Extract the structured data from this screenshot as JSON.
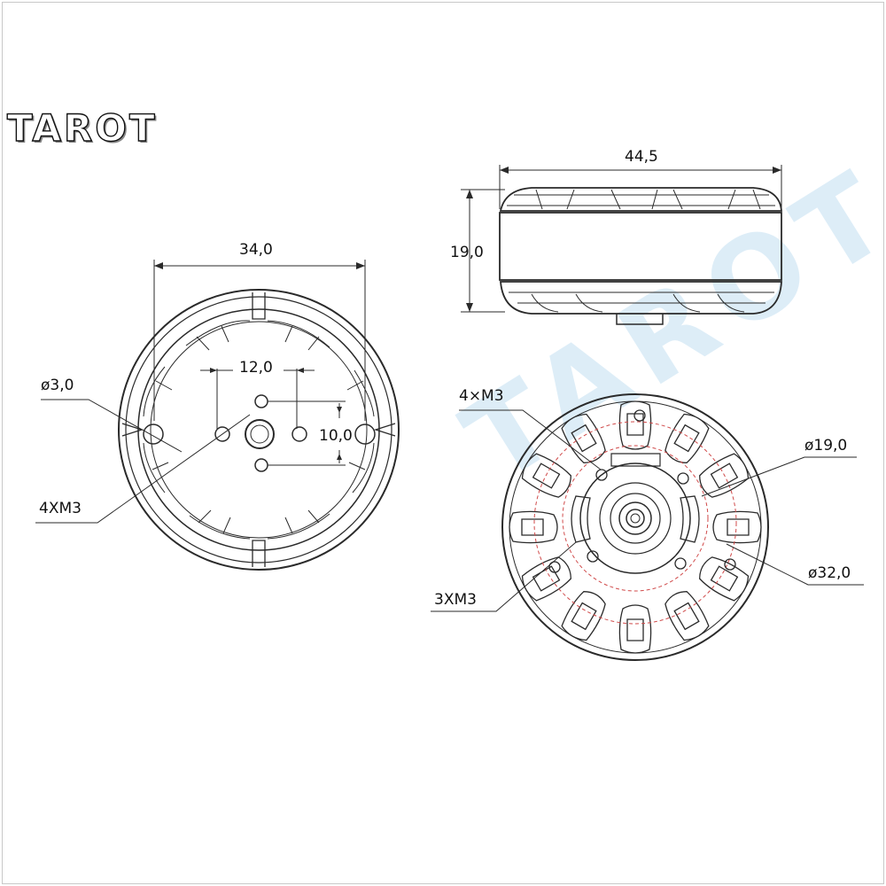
{
  "brand": {
    "logo_text": "TAROT"
  },
  "watermark": {
    "text": "TAROT",
    "color": "#cfe6f5"
  },
  "colors": {
    "line": "#2a2a2a",
    "dashed_circle": "#d04a4a",
    "background": "#ffffff"
  },
  "mount_view": {
    "outer_diameter": "34,0",
    "hole_spacing_horizontal": "12,0",
    "hole_spacing_vertical": "10,0",
    "hole_diameter": "ø3,0",
    "screw_label": "4XM3"
  },
  "side_view": {
    "width": "44,5",
    "height": "19,0"
  },
  "bell_view": {
    "top_screw_label": "4×M3",
    "bottom_screw_label": "3XM3",
    "inner_circle_diameter": "ø19,0",
    "outer_circle_diameter": "ø32,0"
  }
}
